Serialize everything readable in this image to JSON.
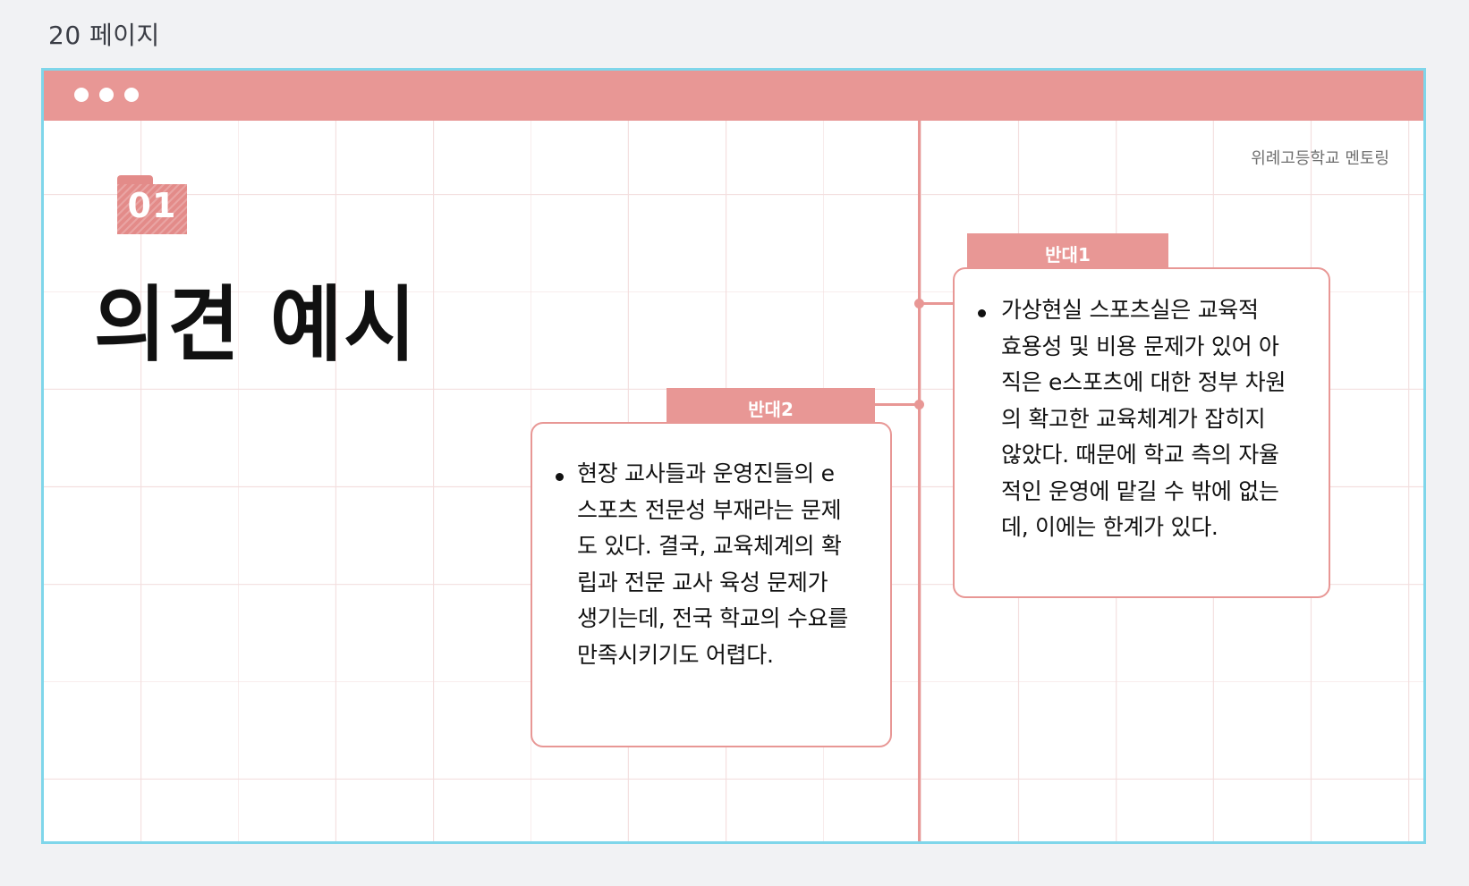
{
  "page": {
    "label": "20 페이지"
  },
  "window": {
    "dots": [
      "dot",
      "dot",
      "dot"
    ],
    "accent_color": "#e89795",
    "border_color": "#7fd6ea"
  },
  "slide": {
    "brand": "위례고등학교 멘토링",
    "section_number": "01",
    "title": "의견 예시",
    "cards": [
      {
        "label": "반대1",
        "lines": [
          "가상현실 스포츠실은 교육적",
          "효용성 및 비용 문제가 있어 아",
          "직은 e스포츠에 대한 정부 차원",
          "의 확고한 교육체계가 잡히지",
          "않았다. 때문에 학교 측의 자율",
          "적인 운영에 맡길 수 밖에 없는",
          "데, 이에는 한계가 있다."
        ]
      },
      {
        "label": "반대2",
        "lines": [
          "현장 교사들과 운영진들의 e",
          "스포츠 전문성 부재라는 문제",
          "도 있다. 결국, 교육체계의 확",
          "립과 전문 교사 육성 문제가",
          "생기는데, 전국 학교의 수요를",
          "만족시키기도 어렵다."
        ]
      }
    ]
  }
}
